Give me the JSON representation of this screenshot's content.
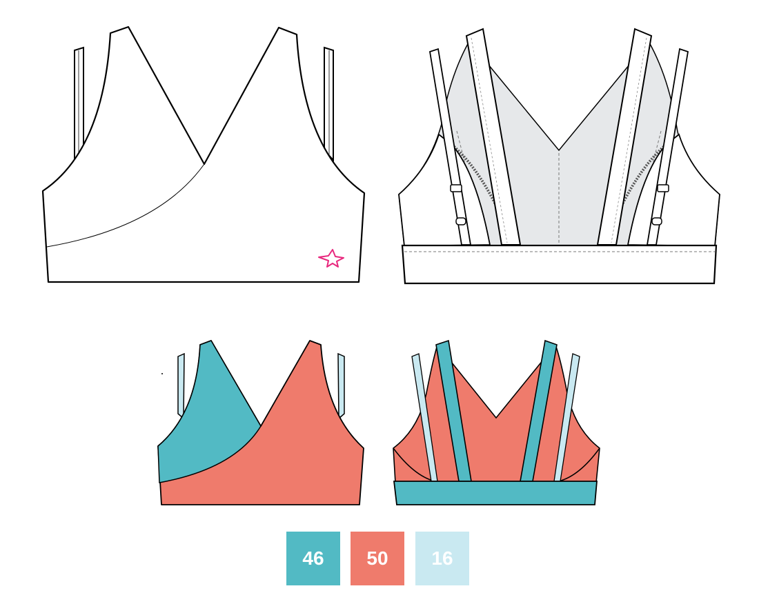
{
  "colors": {
    "teal": "#52bac4",
    "coral": "#ef7b6c",
    "light_blue": "#c9e9f1",
    "outline": "#000000",
    "lining_gray": "#e6e8ea",
    "logo_pink": "#e8277d"
  },
  "swatches": [
    {
      "code": "46",
      "color": "#52bac4"
    },
    {
      "code": "50",
      "color": "#ef7b6c"
    },
    {
      "code": "16",
      "color": "#c9e9f1"
    }
  ],
  "icons": {
    "logo": "star-flower-logo-icon"
  }
}
